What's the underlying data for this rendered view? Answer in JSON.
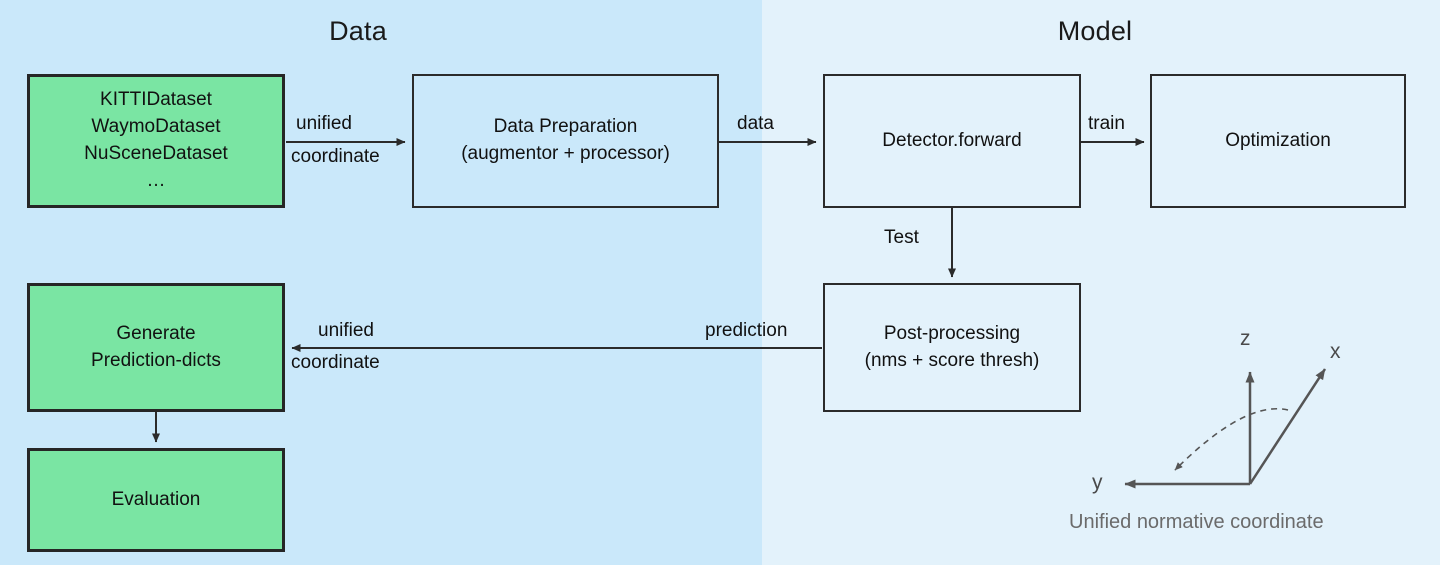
{
  "sections": {
    "data": {
      "title": "Data",
      "bg": "#cae8fa"
    },
    "model": {
      "title": "Model",
      "bg": "#e3f2fb"
    }
  },
  "nodes": {
    "datasets": {
      "lines": [
        "KITTIDataset",
        "WaymoDataset",
        "NuSceneDataset",
        "…"
      ],
      "line1": "KITTIDataset",
      "line2": "WaymoDataset",
      "line3": "NuSceneDataset",
      "line4": "…",
      "fill": "#7ae5a3"
    },
    "data_preparation": {
      "line1": "Data Preparation",
      "line2": "(augmentor + processor)",
      "fill": "#cae8fa"
    },
    "detector_forward": {
      "line1": "Detector.forward",
      "fill": "#e3f2fb"
    },
    "optimization": {
      "line1": "Optimization",
      "fill": "#e3f2fb"
    },
    "post_processing": {
      "line1": "Post-processing",
      "line2": "(nms + score thresh)",
      "fill": "#e3f2fb"
    },
    "generate_prediction_dicts": {
      "line1": "Generate",
      "line2": "Prediction-dicts",
      "fill": "#7ae5a3"
    },
    "evaluation": {
      "line1": "Evaluation",
      "fill": "#7ae5a3"
    }
  },
  "edges": {
    "datasets_to_prep": {
      "label_top": "unified",
      "label_bottom": "coordinate"
    },
    "prep_to_detector": {
      "label": "data"
    },
    "detector_to_optimization": {
      "label": "train"
    },
    "detector_to_post": {
      "label": "Test"
    },
    "post_to_generate": {
      "label_right": "prediction",
      "label_top": "unified",
      "label_bottom": "coordinate"
    },
    "generate_to_evaluation": {
      "label": ""
    }
  },
  "coordinate_widget": {
    "axis_z": "z",
    "axis_x": "x",
    "axis_y": "y",
    "caption": "Unified normative coordinate",
    "color": "#555555",
    "caption_color": "#6b6b6b"
  }
}
